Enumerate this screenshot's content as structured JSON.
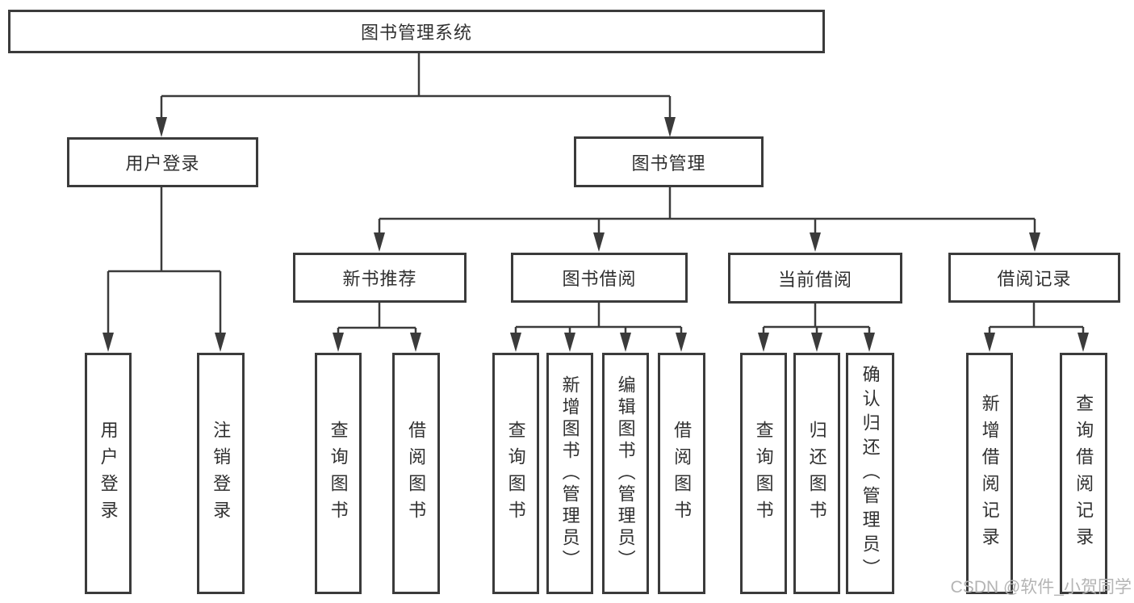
{
  "colors": {
    "line": "#3b3b3b",
    "text": "#303030",
    "watermark": "#b4b4b4",
    "bg": "#ffffff"
  },
  "watermark": {
    "text": "CSDN @软件_小贺同学"
  },
  "tree": {
    "label": "图书管理系统",
    "children": [
      {
        "label": "用户登录",
        "children": [
          {
            "label": "用户登录"
          },
          {
            "label": "注销登录"
          }
        ]
      },
      {
        "label": "图书管理",
        "children": [
          {
            "label": "新书推荐",
            "children": [
              {
                "label": "查询图书"
              },
              {
                "label": "借阅图书"
              }
            ]
          },
          {
            "label": "图书借阅",
            "children": [
              {
                "label": "查询图书"
              },
              {
                "label": "新增图书（管理员）"
              },
              {
                "label": "编辑图书（管理员）"
              },
              {
                "label": "借阅图书"
              }
            ]
          },
          {
            "label": "当前借阅",
            "children": [
              {
                "label": "查询图书"
              },
              {
                "label": "归还图书"
              },
              {
                "label": "确认归还（管理员）"
              }
            ]
          },
          {
            "label": "借阅记录",
            "children": [
              {
                "label": "新增借阅记录"
              },
              {
                "label": "查询借阅记录"
              }
            ]
          }
        ]
      }
    ]
  }
}
